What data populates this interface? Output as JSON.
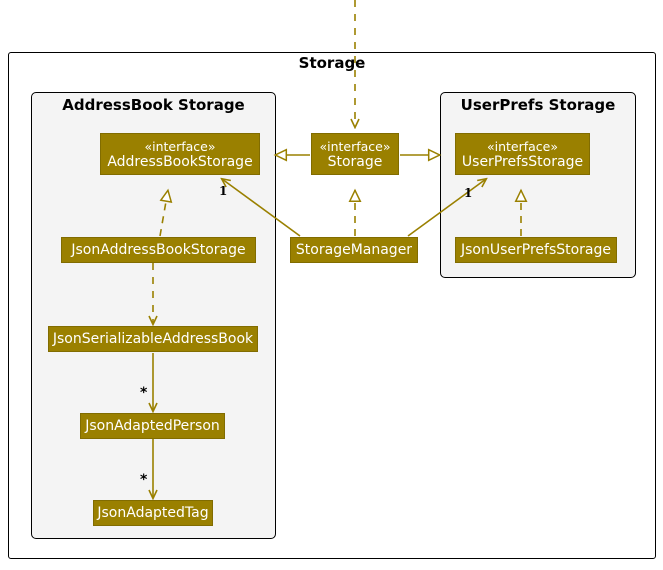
{
  "diagram": {
    "type": "uml-class-diagram",
    "title": "Storage",
    "stereotype_label": "«interface»",
    "colors": {
      "node_fill": "#9a8000",
      "node_border": "#816c00",
      "node_text": "#ffffff",
      "package_fill": "#f4f4f4",
      "package_border": "#000000",
      "edge": "#9a8000",
      "label_text": "#000000",
      "background": "#ffffff"
    },
    "packages": [
      {
        "id": "storage-outer",
        "label": "Storage"
      },
      {
        "id": "addressbook-storage",
        "label": "AddressBook Storage"
      },
      {
        "id": "userprefs-storage",
        "label": "UserPrefs Storage"
      }
    ],
    "nodes": [
      {
        "id": "addressbookstorage",
        "stereotype": "«interface»",
        "name": "AddressBookStorage",
        "kind": "interface"
      },
      {
        "id": "storage",
        "stereotype": "«interface»",
        "name": "Storage",
        "kind": "interface"
      },
      {
        "id": "userprefsstorage",
        "stereotype": "«interface»",
        "name": "UserPrefsStorage",
        "kind": "interface"
      },
      {
        "id": "jsonaddressbookstorage",
        "stereotype": "",
        "name": "JsonAddressBookStorage",
        "kind": "class"
      },
      {
        "id": "storagemanager",
        "stereotype": "",
        "name": "StorageManager",
        "kind": "class"
      },
      {
        "id": "jsonuserprefsstorage",
        "stereotype": "",
        "name": "JsonUserPrefsStorage",
        "kind": "class"
      },
      {
        "id": "jsonserializableaddressbook",
        "stereotype": "",
        "name": "JsonSerializableAddressBook",
        "kind": "class"
      },
      {
        "id": "jsonadaptedperson",
        "stereotype": "",
        "name": "JsonAdaptedPerson",
        "kind": "class"
      },
      {
        "id": "jsonadaptedtag",
        "stereotype": "",
        "name": "JsonAdaptedTag",
        "kind": "class"
      }
    ],
    "edges": [
      {
        "id": "e-external-storage",
        "from": "external",
        "to": "storage",
        "style": "dashed",
        "arrow": "open",
        "label": ""
      },
      {
        "id": "e-storage-addressbookstorage",
        "from": "storage",
        "to": "addressbookstorage",
        "style": "solid",
        "arrow": "hollow-triangle",
        "label": ""
      },
      {
        "id": "e-storage-userprefsstorage",
        "from": "storage",
        "to": "userprefsstorage",
        "style": "solid",
        "arrow": "hollow-triangle",
        "label": ""
      },
      {
        "id": "e-jsonaddressbookstorage-addressbookstorage",
        "from": "jsonaddressbookstorage",
        "to": "addressbookstorage",
        "style": "dashed",
        "arrow": "hollow-triangle",
        "label": ""
      },
      {
        "id": "e-storagemanager-storage",
        "from": "storagemanager",
        "to": "storage",
        "style": "dashed",
        "arrow": "hollow-triangle",
        "label": ""
      },
      {
        "id": "e-storagemanager-addressbookstorage",
        "from": "storagemanager",
        "to": "addressbookstorage",
        "style": "solid",
        "arrow": "open",
        "label": "1"
      },
      {
        "id": "e-storagemanager-userprefsstorage",
        "from": "storagemanager",
        "to": "userprefsstorage",
        "style": "solid",
        "arrow": "open",
        "label": "1"
      },
      {
        "id": "e-jsonuserprefsstorage-userprefsstorage",
        "from": "jsonuserprefsstorage",
        "to": "userprefsstorage",
        "style": "dashed",
        "arrow": "hollow-triangle",
        "label": ""
      },
      {
        "id": "e-jsonaddressbookstorage-jsonserializableaddressbook",
        "from": "jsonaddressbookstorage",
        "to": "jsonserializableaddressbook",
        "style": "dashed",
        "arrow": "open",
        "label": ""
      },
      {
        "id": "e-jsonserializableaddressbook-jsonadaptedperson",
        "from": "jsonserializableaddressbook",
        "to": "jsonadaptedperson",
        "style": "solid",
        "arrow": "open",
        "label": "*"
      },
      {
        "id": "e-jsonadaptedperson-jsonadaptedtag",
        "from": "jsonadaptedperson",
        "to": "jsonadaptedtag",
        "style": "solid",
        "arrow": "open",
        "label": "*"
      }
    ],
    "edge_labels": [
      {
        "id": "mult-addressbook",
        "text": "1"
      },
      {
        "id": "mult-userprefs",
        "text": "1"
      },
      {
        "id": "mult-person",
        "text": "*"
      },
      {
        "id": "mult-tag",
        "text": "*"
      }
    ]
  }
}
